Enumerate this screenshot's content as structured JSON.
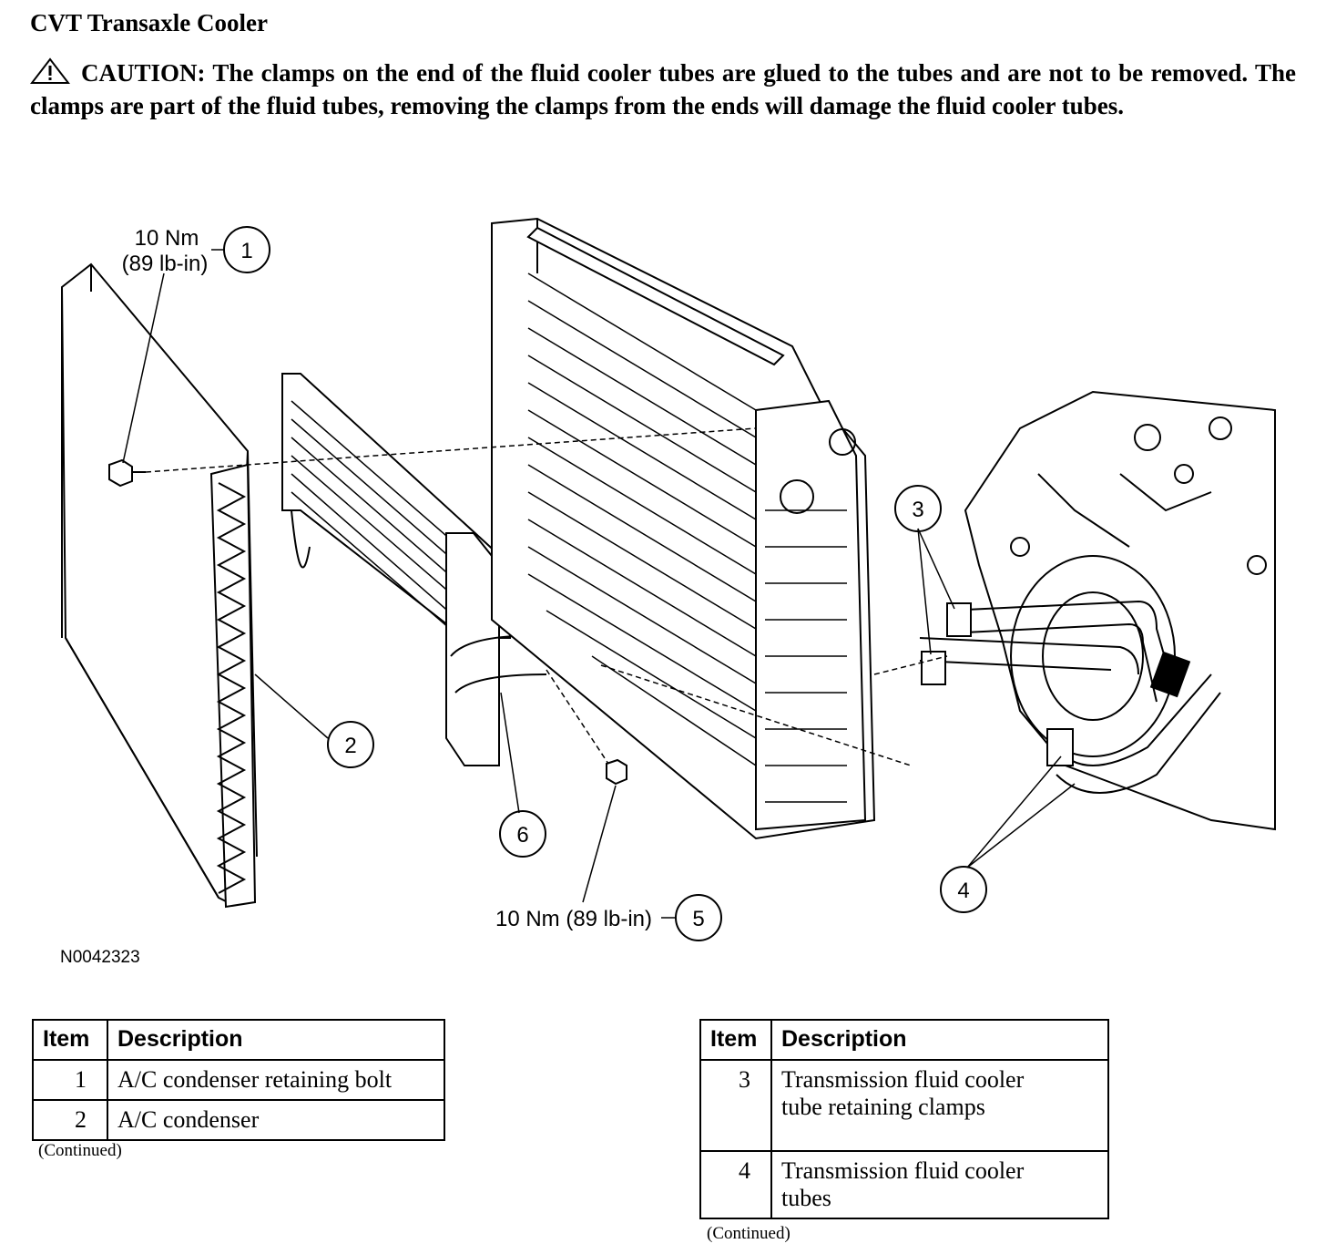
{
  "title": "CVT Transaxle Cooler",
  "caution": {
    "label": "CAUTION:",
    "text": "The clamps on the end of the fluid cooler tubes are glued to the tubes and are not to be removed. The clamps are part of the fluid tubes, removing the clamps from the ends will damage the fluid cooler tubes.",
    "icon": "warning-triangle-icon"
  },
  "figure": {
    "id": "N0042323",
    "callouts": {
      "c1_num": "1",
      "c1_line1": "10 Nm",
      "c1_line2": "(89 lb-in)",
      "c2_num": "2",
      "c3_num": "3",
      "c4_num": "4",
      "c5_num": "5",
      "c5_text": "10 Nm (89 lb-in)",
      "c6_num": "6"
    }
  },
  "table_left": {
    "headers": [
      "Item",
      "Description"
    ],
    "rows": [
      {
        "item": "1",
        "description": "A/C condenser retaining bolt"
      },
      {
        "item": "2",
        "description": "A/C condenser"
      }
    ],
    "continued": "(Continued)"
  },
  "table_right": {
    "headers": [
      "Item",
      "Description"
    ],
    "rows": [
      {
        "item": "3",
        "description_l1": "Transmission fluid cooler",
        "description_l2": "tube retaining clamps"
      },
      {
        "item": "4",
        "description_l1": "Transmission fluid cooler",
        "description_l2": "tubes"
      }
    ],
    "continued": "(Continued)"
  }
}
